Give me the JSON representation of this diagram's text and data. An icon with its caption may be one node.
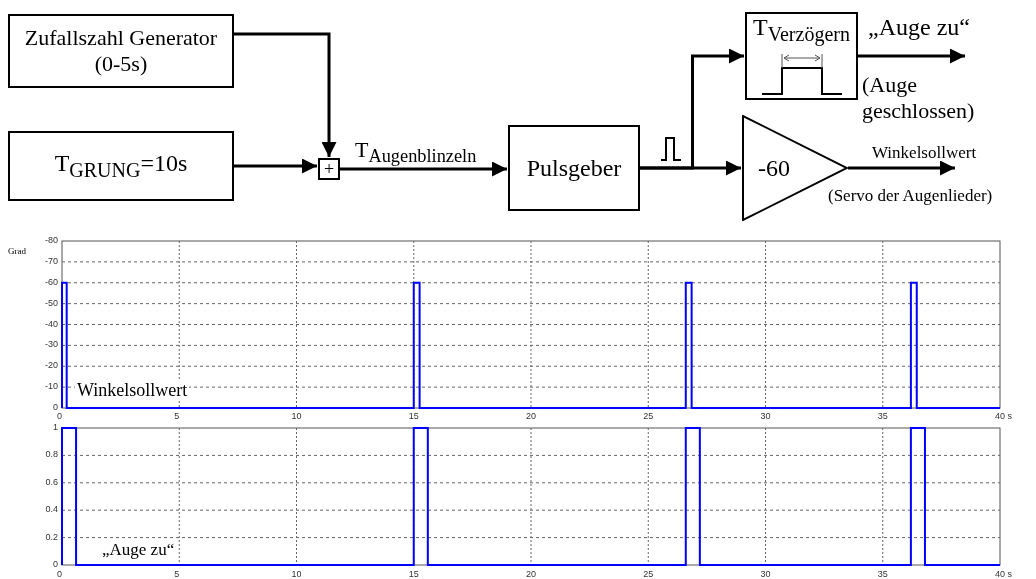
{
  "diagram": {
    "nodes": [
      {
        "text": [
          "Zufallszahl Generator (0-5s)"
        ]
      },
      {
        "text": [
          "T$_{GRUNG}$=10s"
        ]
      },
      {
        "text": [
          "+"
        ]
      },
      {
        "text": [
          "Pulsgeber"
        ]
      },
      {
        "text": [
          "T$_{Verzögern}$"
        ]
      },
      {
        "text": [
          "-60"
        ]
      }
    ],
    "edges": [
      {
        "from": 0,
        "to": 2,
        "arrow": "to"
      },
      {
        "from": 1,
        "to": 2,
        "arrow": "to"
      },
      {
        "from": 2,
        "to": 3,
        "arrow": "to",
        "label": "T$_{Augenblinzeln}$"
      },
      {
        "from": 3,
        "to": 4,
        "arrow": "to"
      },
      {
        "from": 3,
        "to": 5,
        "arrow": "to"
      },
      {
        "from": 4,
        "to": null,
        "arrow": "to",
        "label": "„Auge zu“"
      },
      {
        "from": 5,
        "to": null,
        "arrow": "to",
        "label": "Winkelsollwert"
      }
    ],
    "labels": [
      "(Auge geschlossen)",
      "(Servo der Augenlieder)",
      "Grad",
      "-80",
      "-70",
      "-60",
      "-50",
      "-40",
      "-30",
      "-20",
      "-10",
      "0",
      "Winkelsollwert",
      "0",
      "5",
      "10",
      "15",
      "20",
      "25",
      "30",
      "35",
      "40 s",
      "1",
      "0.8",
      "0.6",
      "0.4",
      "0.2",
      "0",
      "„Auge zu“",
      "0",
      "5",
      "10",
      "15",
      "20",
      "25",
      "30",
      "35",
      "40 s"
    ]
  }
}
